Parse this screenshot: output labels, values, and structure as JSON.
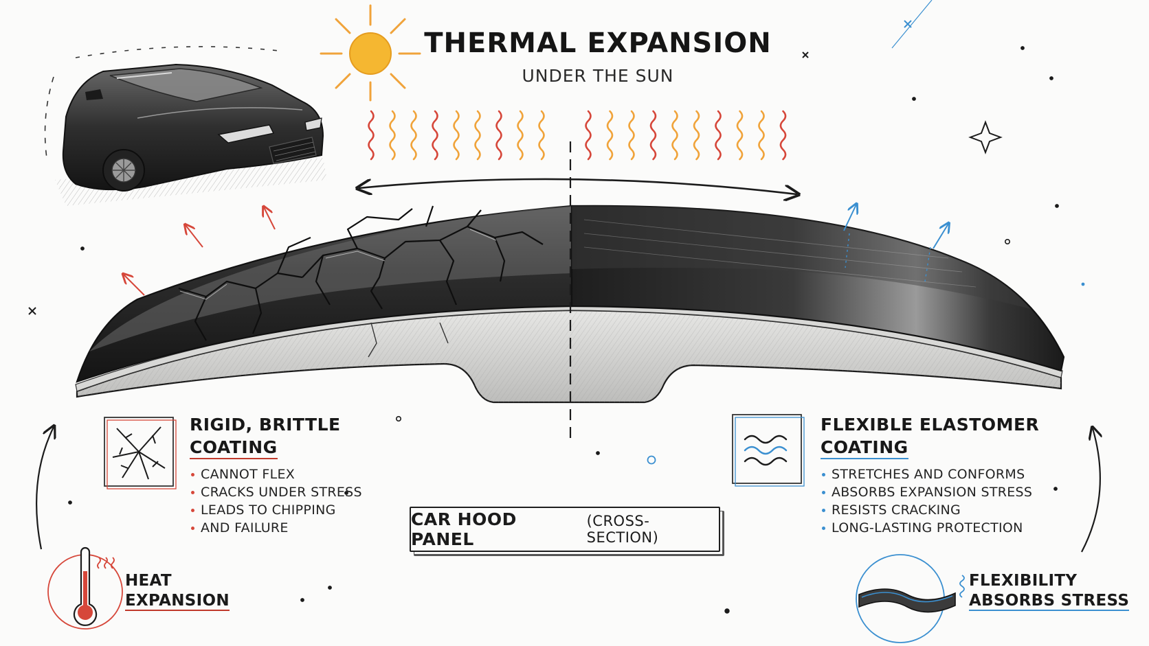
{
  "header": {
    "title": "THERMAL EXPANSION",
    "subtitle": "UNDER THE SUN"
  },
  "left_panel": {
    "heading_line1": "RIGID, BRITTLE",
    "heading_line2": "COATING",
    "bullets": [
      "CANNOT FLEX",
      "CRACKS UNDER STRESS",
      "LEADS TO CHIPPING",
      "AND FAILURE"
    ]
  },
  "right_panel": {
    "heading_line1": "FLEXIBLE ELASTOMER",
    "heading_line2": "COATING",
    "bullets": [
      "STRETCHES AND CONFORMS",
      "ABSORBS EXPANSION STRESS",
      "RESISTS CRACKING",
      "LONG-LASTING PROTECTION"
    ]
  },
  "hood_label": {
    "main": "CAR HOOD PANEL",
    "detail": "(CROSS-SECTION)"
  },
  "bottom_left": {
    "line1": "HEAT",
    "line2": "EXPANSION"
  },
  "bottom_right": {
    "line1": "FLEXIBILITY",
    "line2": "ABSORBS STRESS"
  },
  "colors": {
    "sun": "#f5b731",
    "heat_red": "#d6473a",
    "heat_orange": "#f0a33a",
    "flex_blue": "#3a8fd0",
    "ink": "#1b1b1b",
    "coating_dark": "#2b2b2b"
  },
  "icons": [
    "sun-icon",
    "car-illustration",
    "heat-wave-icon",
    "cracked-glass-icon",
    "wave-lines-icon",
    "thermometer-icon",
    "flexible-sheet-icon",
    "sparkle-icon"
  ]
}
